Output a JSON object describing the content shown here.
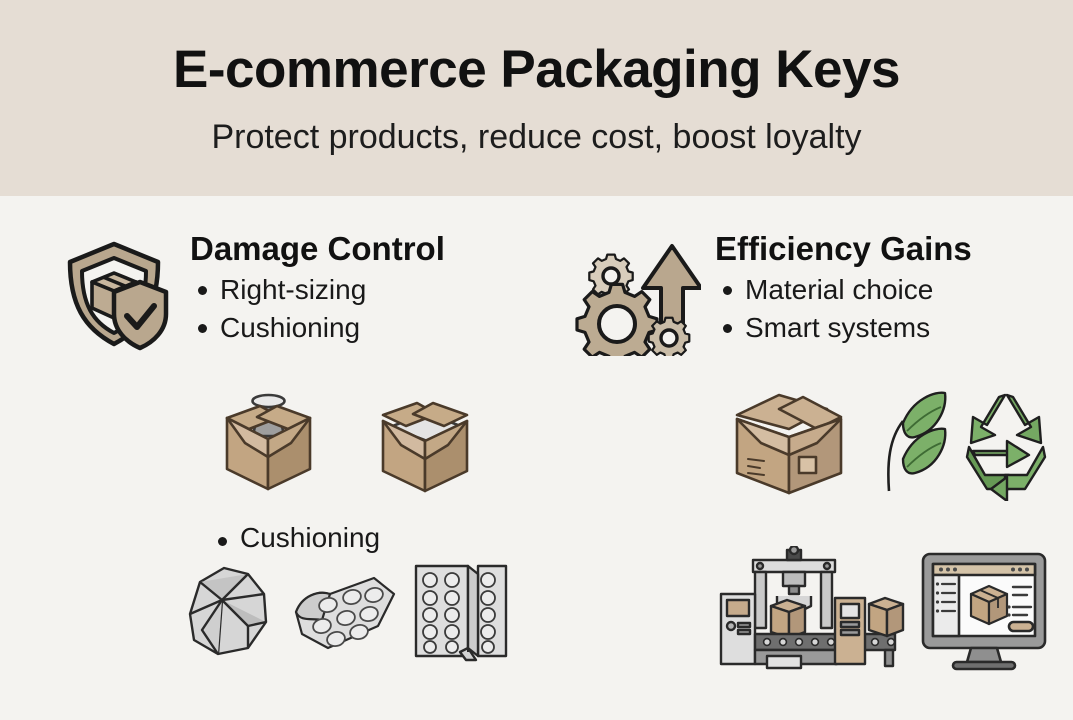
{
  "header": {
    "title": "E-commerce Packaging Keys",
    "subtitle": "Protect products, reduce cost, boost loyalty",
    "band_color": "#e5ddd4"
  },
  "page": {
    "background_color": "#f4f3f0",
    "text_color": "#111111",
    "accent_tan": "#b9a78e",
    "accent_green": "#7cb069",
    "outline_color": "#1a1a1a"
  },
  "columns": [
    {
      "id": "damage-control",
      "heading": "Damage Control",
      "heading_icon": "shield-box-check-icon",
      "bullets": [
        "Right-sizing",
        "Cushioning"
      ],
      "art_rows": [
        {
          "id": "right-sizing-art",
          "icons": [
            "open-box-with-cylinder-icon",
            "open-box-with-flat-item-icon"
          ]
        },
        {
          "id": "cushioning-art",
          "sub_bullet": "Cushioning",
          "icons": [
            "crumpled-paper-icon",
            "bubble-wrap-roll-icon",
            "bubble-wrap-folded-icon"
          ]
        }
      ]
    },
    {
      "id": "efficiency-gains",
      "heading": "Efficiency Gains",
      "heading_icon": "gears-up-arrow-icon",
      "bullets": [
        "Material choice",
        "Smart systems"
      ],
      "art_rows": [
        {
          "id": "material-choice-art",
          "icons": [
            "cardboard-box-icon",
            "leaves-icon",
            "recycle-icon"
          ]
        },
        {
          "id": "smart-systems-art",
          "icons": [
            "packaging-machine-icon",
            "monitor-package-ui-icon"
          ]
        }
      ]
    }
  ]
}
